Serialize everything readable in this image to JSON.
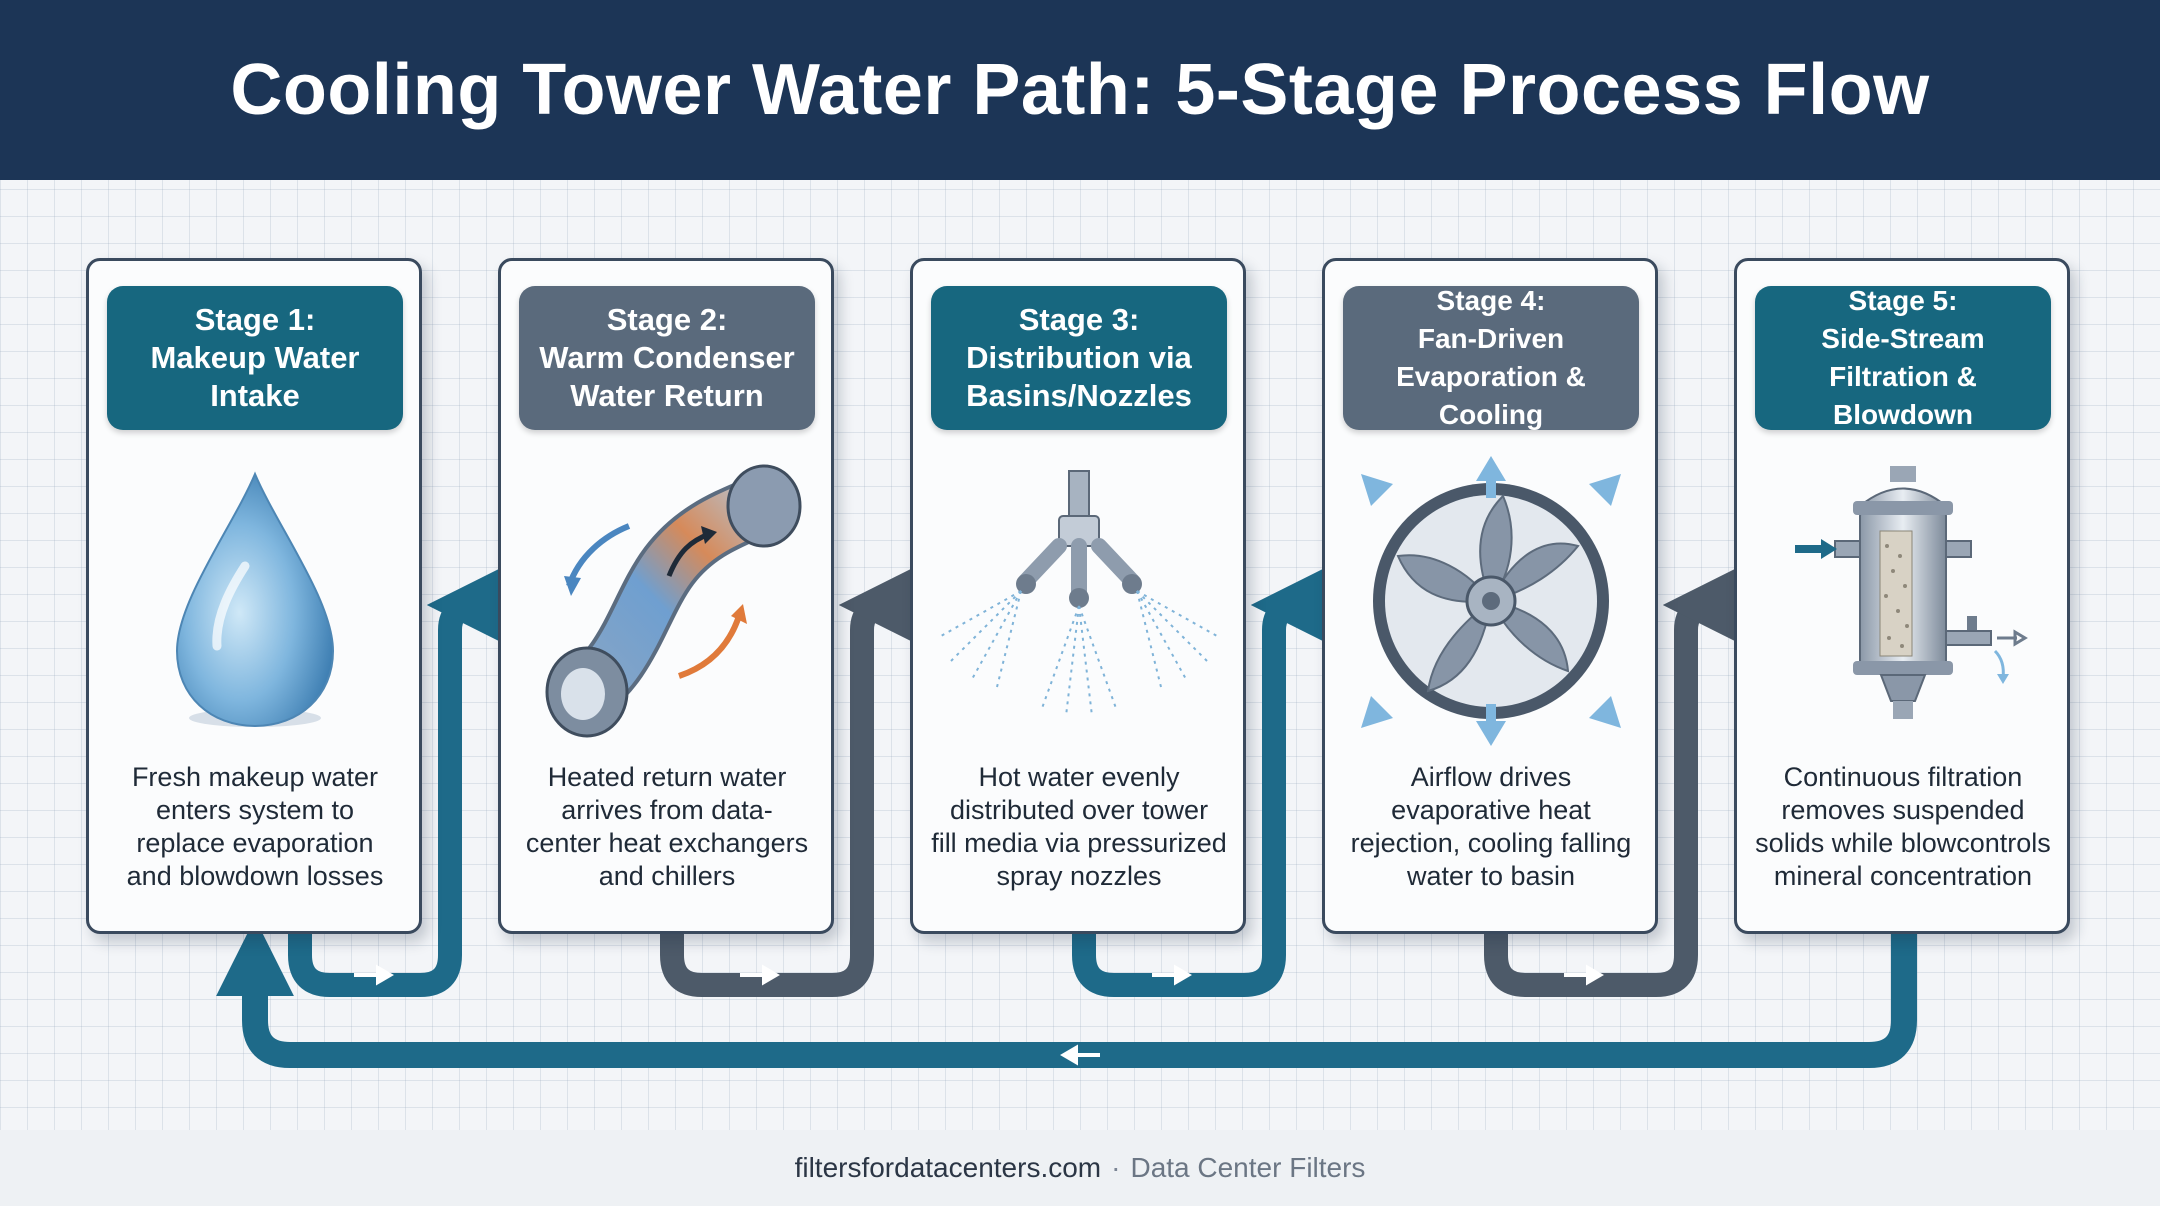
{
  "title": "Cooling Tower Water Path: 5-Stage Process Flow",
  "colors": {
    "header": "#1c3556",
    "teal": "#17677f",
    "slate": "#5a6a7c",
    "flow_blue": "#1e6a89",
    "flow_gray": "#4d5a69"
  },
  "stages": [
    {
      "title": "Stage 1:\nMakeup Water\nIntake",
      "description": "Fresh makeup water\nenters system to\nreplace evaporation\nand blowdown losses",
      "icon": "water-drop-icon"
    },
    {
      "title": "Stage 2:\nWarm Condenser\nWater Return",
      "description": "Heated return water\narrives from data-\ncenter heat exchangers\nand chillers",
      "icon": "pipe-return-icon"
    },
    {
      "title": "Stage 3:\nDistribution via\nBasins/Nozzles",
      "description": "Hot water evenly\ndistributed over tower\nfill media via pressurized\nspray nozzles",
      "icon": "spray-nozzle-icon"
    },
    {
      "title": "Stage 4:\nFan-Driven\nEvaporation & Cooling",
      "description": "Airflow drives\nevaporative heat\nrejection, cooling falling\nwater to basin",
      "icon": "cooling-fan-icon"
    },
    {
      "title": "Stage 5:\nSide-Stream\nFiltration & Blowdown",
      "description": "Continuous filtration\nremoves suspended\nsolids while blowcontrols\nmineral concentration",
      "icon": "filter-vessel-icon"
    }
  ],
  "footer": {
    "site": "filtersfordatacenters.com",
    "separator": "·",
    "brand": "Data Center Filters"
  }
}
